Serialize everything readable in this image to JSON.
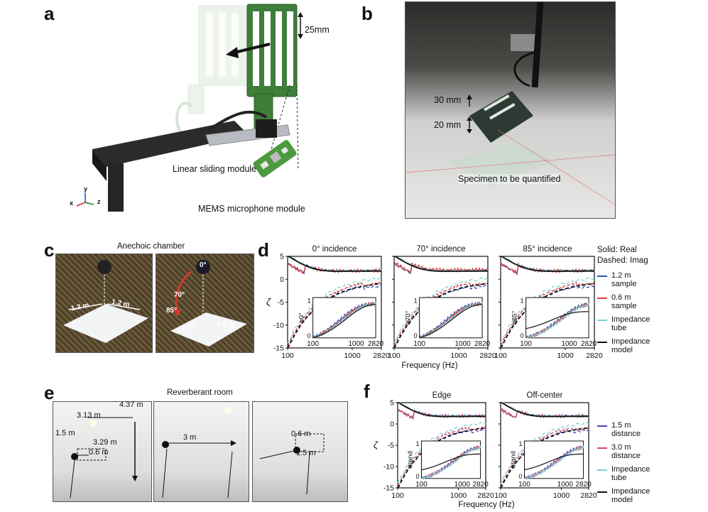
{
  "panels": {
    "a": {
      "letter": "a",
      "dim_label": "25mm",
      "sliding_label": "Linear sliding module",
      "mems_label": "MEMS microphone module",
      "axes": {
        "y": "y",
        "x": "x",
        "z": "z"
      }
    },
    "b": {
      "letter": "b",
      "h1": "30 mm",
      "h2": "20 mm",
      "specimen": "Specimen to be quantified"
    },
    "c": {
      "letter": "c",
      "title": "Anechoic chamber",
      "d1": "1.2 m",
      "d2": "1.2 m",
      "d3": "0.6 m",
      "d4": "0.6 m",
      "a0": "0°",
      "a70": "70°",
      "a85": "85°"
    },
    "d": {
      "letter": "d",
      "note_solid": "Solid: Real",
      "note_dashed": "Dashed: Imag",
      "xlabel": "Frequency (Hz)",
      "ylabel": "ζ",
      "legend": [
        {
          "text1": "1.2 m",
          "text2": "sample",
          "color": "#2a54b8"
        },
        {
          "text1": "0.6 m",
          "text2": "sample",
          "color": "#d63a3a"
        },
        {
          "text1": "Impedance",
          "text2": "tube",
          "color": "#7fd0d6"
        },
        {
          "text1": "Impedance",
          "text2": "model",
          "color": "#111111"
        }
      ]
    },
    "e": {
      "letter": "e",
      "title": "Reverberant room",
      "m1": "4.37 m",
      "m2": "3.13 m",
      "m3": "1.5 m",
      "m4": "3.29 m",
      "m5": "0.6 m",
      "m6": "3 m",
      "m7": "0.6 m",
      "m8": "1.5 m"
    },
    "f": {
      "letter": "f",
      "xlabel": "Frequency (Hz)",
      "ylabel": "ζ",
      "legend": [
        {
          "text1": "1.5 m",
          "text2": "distance",
          "color": "#4a46b8"
        },
        {
          "text1": "3.0 m",
          "text2": "distance",
          "color": "#d24a6a"
        },
        {
          "text1": "Impedance",
          "text2": "tube",
          "color": "#7fd0d6"
        },
        {
          "text1": "Impedance",
          "text2": "model",
          "color": "#111111"
        }
      ]
    }
  },
  "chart_data": [
    {
      "type": "line",
      "title": "0° incidence",
      "xlabel": "",
      "ylabel": "ζ",
      "ylim": [
        -15,
        5
      ],
      "x_ticks": [
        "100",
        "1000",
        "2820"
      ],
      "y_ticks": [
        5,
        0,
        -5,
        -10,
        -15
      ],
      "inset_ylabel": "α0°",
      "inset_ylim": [
        0,
        1
      ],
      "inset_y_ticks": [
        0,
        1
      ],
      "inset_x_ticks": [
        "100",
        "1000",
        "2820"
      ]
    },
    {
      "type": "line",
      "title": "70° incidence",
      "xlabel": "",
      "ylabel": "",
      "ylim": [
        -15,
        5
      ],
      "x_ticks": [
        "100",
        "1000",
        "2820"
      ],
      "inset_ylabel": "α70°",
      "inset_ylim": [
        0,
        1
      ],
      "inset_y_ticks": [
        0,
        1
      ],
      "inset_x_ticks": [
        "100",
        "1000",
        "2820"
      ]
    },
    {
      "type": "line",
      "title": "85° incidence",
      "xlabel": "",
      "ylabel": "",
      "ylim": [
        -15,
        5
      ],
      "x_ticks": [
        "100",
        "1000",
        "2820"
      ],
      "inset_ylabel": "α85°",
      "inset_ylim": [
        0,
        1
      ],
      "inset_y_ticks": [
        0,
        1
      ],
      "inset_x_ticks": [
        "100",
        "1000",
        "2820"
      ]
    },
    {
      "type": "line",
      "title": "Edge",
      "xlabel": "",
      "ylabel": "ζ",
      "ylim": [
        -15,
        5
      ],
      "x_ticks": [
        "100",
        "1000",
        "2820"
      ],
      "y_ticks": [
        5,
        0,
        -5,
        -10,
        -15
      ],
      "inset_ylabel": "αrand",
      "inset_ylim": [
        0,
        1
      ],
      "inset_y_ticks": [
        0,
        1
      ],
      "inset_x_ticks": [
        "100",
        "1000",
        "2820"
      ]
    },
    {
      "type": "line",
      "title": "Off-center",
      "xlabel": "",
      "ylabel": "",
      "ylim": [
        -15,
        5
      ],
      "x_ticks": [
        "100",
        "1000",
        "2820"
      ],
      "inset_ylabel": "αrand",
      "inset_ylim": [
        0,
        1
      ],
      "inset_y_ticks": [
        0,
        1
      ],
      "inset_x_ticks": [
        "100",
        "1000",
        "2820"
      ]
    }
  ]
}
